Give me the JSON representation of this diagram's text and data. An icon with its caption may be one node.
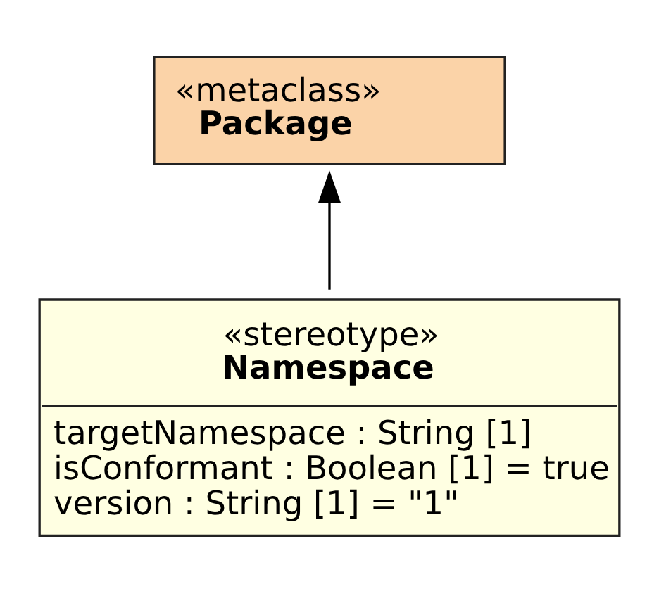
{
  "diagram": {
    "nodes": [
      {
        "text": [
          "«metaclass»",
          "Package"
        ]
      },
      {
        "text": [
          "«stereotype»",
          "Namespace",
          "targetNamespace : String [1]",
          "isConformant : Boolean [1] = true",
          "version : String [1] = \"1\""
        ]
      }
    ],
    "edges": [
      {
        "from": 1,
        "to": 0,
        "arrow": "to"
      }
    ]
  }
}
